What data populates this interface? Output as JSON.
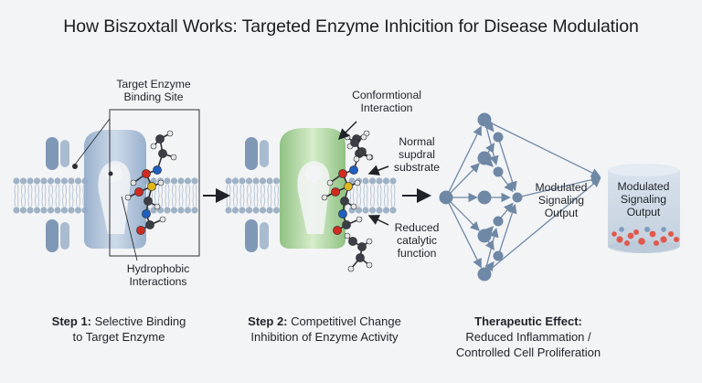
{
  "title": "How Biszoxtall Works: Targeted Enzyme Inhicition for Disease Modulation",
  "labels": {
    "target_enzyme": [
      "Target Enzyme",
      "Binding Site"
    ],
    "hydrophobic": [
      "Hydrophobic",
      "Interactions"
    ],
    "conformational": [
      "Conformtional",
      "Interaction"
    ],
    "normal_substrate": [
      "Normal",
      "supdral",
      "substrate"
    ],
    "reduced_catalytic": [
      "Reduced",
      "catalytic",
      "function"
    ],
    "modulated_output_1": [
      "Modulated",
      "Signaling",
      "Output"
    ],
    "modulated_output_2": [
      "Modulated",
      "Signaling",
      "Output"
    ]
  },
  "captions": {
    "step1": {
      "bold": "Step 1:",
      "line1": " Selective Binding",
      "line2": "to Target Enzyme"
    },
    "step2": {
      "bold": "Step 2:",
      "line1": " Competitivel Change",
      "line2": "Inhibition of Enzyme Activity"
    },
    "therapeutic": {
      "bold": "Therapeutic Effect:",
      "line2": "Reduced Inflammation /",
      "line3": "Controlled Cell Proliferation"
    }
  },
  "colors": {
    "membrane": "#9fb2c6",
    "enzyme_blue": "#b7c9df",
    "enzyme_green": "#b9dca9",
    "node": "#6f88a6",
    "atom_red": "#d12a1f",
    "atom_blue": "#1f5fbf",
    "atom_yellow": "#e0b51a",
    "atom_dark": "#3b3f45",
    "atom_white": "#e6e6e6",
    "dots": "#e2574c"
  }
}
